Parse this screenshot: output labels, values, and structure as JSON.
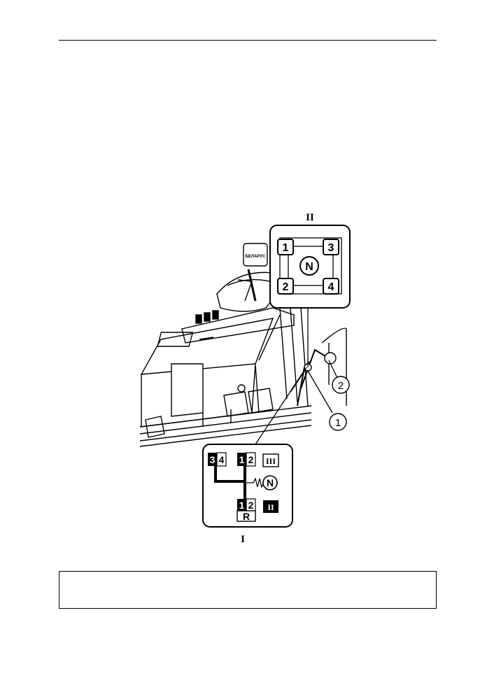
{
  "figure": {
    "upper_label": "II",
    "lower_label": "I",
    "upper_pattern": {
      "gear_1": "1",
      "gear_2": "2",
      "gear_3": "3",
      "gear_4": "4",
      "neutral": "N"
    },
    "lower_pattern": {
      "top_left_a": "3",
      "top_left_b": "4",
      "top_mid_a": "1",
      "top_mid_b": "2",
      "bottom_mid_a": "1",
      "bottom_mid_b": "2",
      "reverse": "R",
      "neutral": "N",
      "range_high": "III",
      "range_low": "II"
    },
    "callouts": [
      "1",
      "2"
    ],
    "tractor_badge": "БЕЛАРУС"
  },
  "caption": ""
}
